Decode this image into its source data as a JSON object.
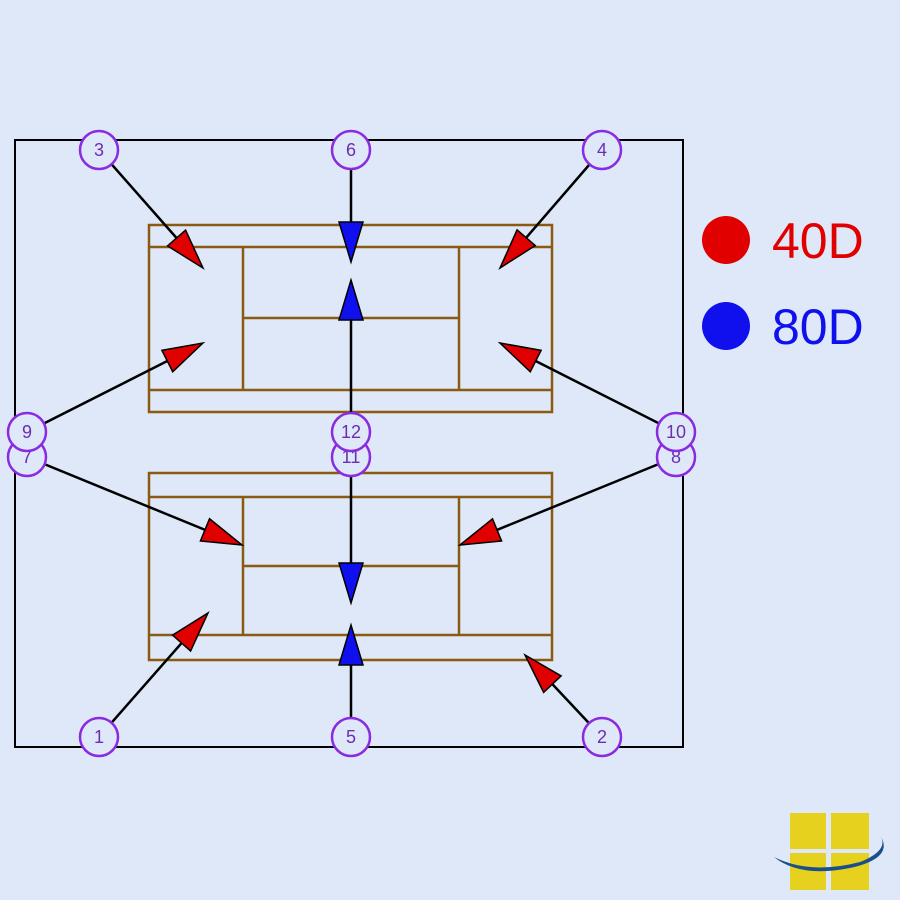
{
  "poles": [
    "1",
    "2",
    "3",
    "4",
    "5",
    "6",
    "7",
    "8",
    "9",
    "10",
    "11",
    "12"
  ],
  "legend": [
    {
      "label": "40D",
      "color": "#e00000"
    },
    {
      "label": "80D",
      "color": "#1010ee"
    }
  ],
  "colors": {
    "background": "#dee8f8",
    "court": "#8a5a10",
    "pole": "#8a2be2",
    "boundary": "#000000",
    "logo_yellow": "#e6d21e",
    "logo_blue": "#1b4f8a"
  }
}
